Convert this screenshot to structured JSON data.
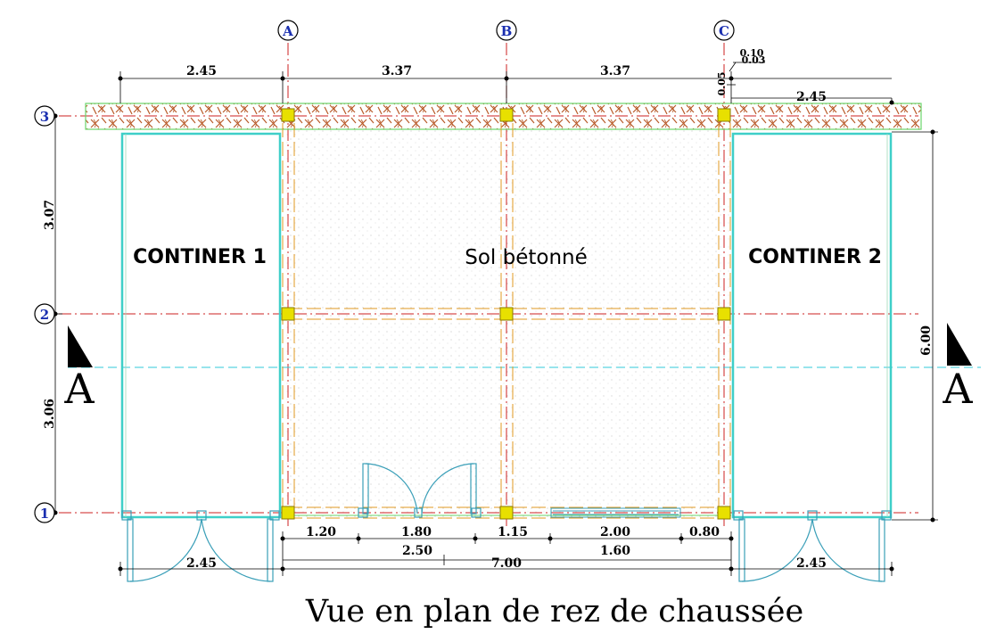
{
  "grid": {
    "columns": [
      "A",
      "B",
      "C"
    ],
    "rows": [
      "3",
      "2",
      "1"
    ]
  },
  "rooms": {
    "container_left": "CONTINER 1",
    "center": "Sol bétonné",
    "container_right": "CONTINER 2"
  },
  "dimensions": {
    "top": [
      "2.45",
      "3.37",
      "3.37",
      "2.45"
    ],
    "top_small": [
      "0.10",
      "0.03",
      "0.05"
    ],
    "left": [
      "3.07",
      "3.06"
    ],
    "right": "6.00",
    "bottom_row1": [
      "1.20",
      "1.80",
      "1.15",
      "2.00",
      "0.80"
    ],
    "bottom_row2": [
      "2.50",
      "1.60"
    ],
    "bottom_row3": [
      "2.45",
      "7.00",
      "2.45"
    ]
  },
  "section_mark": "A",
  "title": "Vue en plan de rez de chaussée",
  "colors": {
    "grid_line": "#cc2222",
    "container_outline": "#3ecfc8",
    "wall_hatch": "#b85a28",
    "column": "#e8e000",
    "beam": "#e09a20",
    "section_line": "#30c8d8",
    "bubble_text": "#1a2fb0"
  }
}
